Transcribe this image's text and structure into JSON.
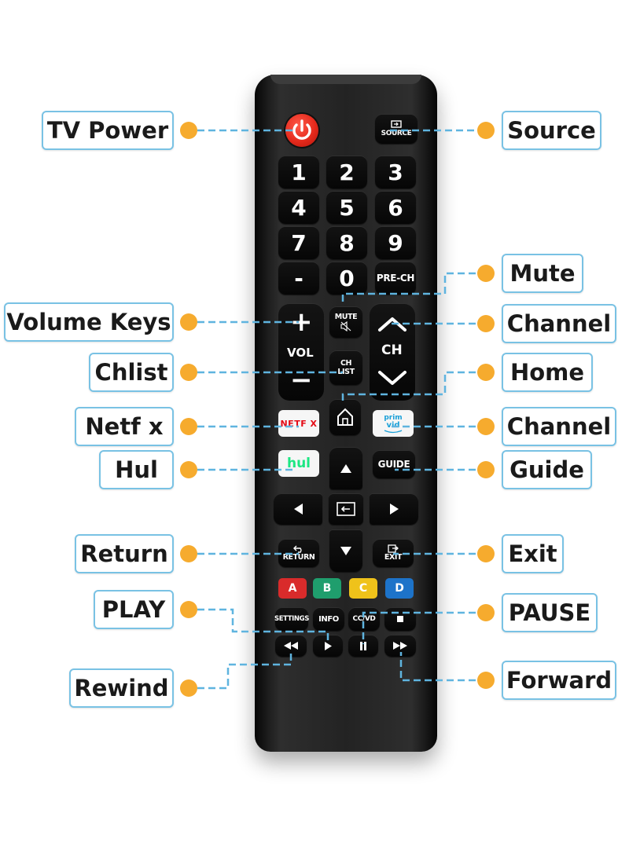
{
  "callouts": {
    "tv_power": "TV Power",
    "source": "Source",
    "mute": "Mute",
    "volume_keys": "Volume Keys",
    "channel": "Channel",
    "chlist": "Chlist",
    "home": "Home",
    "netflix": "Netf  x",
    "channel_prime": "Channel",
    "hulu": "Hul",
    "guide": "Guide",
    "return": "Return",
    "exit": "Exit",
    "play": "PLAY",
    "pause": "PAUSE",
    "rewind": "Rewind",
    "forward": "Forward"
  },
  "remote": {
    "source_label": "SOURCE",
    "numbers": [
      "1",
      "2",
      "3",
      "4",
      "5",
      "6",
      "7",
      "8",
      "9",
      "-",
      "0"
    ],
    "prech_label": "PRE-CH",
    "mute_label": "MUTE",
    "vol_label": "VOL",
    "vol_plus": "+",
    "vol_minus": "−",
    "ch_label": "CH",
    "chlist_label_1": "CH",
    "chlist_label_2": "LIST",
    "netflix_label": "NETF  X",
    "prime_label_1": "prim",
    "prime_label_2": "vid",
    "hulu_label": "hul",
    "guide_label": "GUIDE",
    "return_label": "RETURN",
    "exit_label": "EXIT",
    "colors": [
      {
        "label": "A",
        "color": "#d92b2b"
      },
      {
        "label": "B",
        "color": "#1f9e6d"
      },
      {
        "label": "C",
        "color": "#efc21a"
      },
      {
        "label": "D",
        "color": "#1d73c9"
      }
    ],
    "settings_label": "SETTINGS",
    "info_label": "INFO",
    "ccvd_label": "CC/VD"
  },
  "colors": {
    "callout_border": "#79c2e4",
    "dot": "#f6ab2e",
    "leader": "#5fb4df",
    "power": "#e52a1c",
    "netflix_red": "#e50914",
    "hulu_green": "#1ce783",
    "prime_blue": "#1aa0d8"
  },
  "icons": [
    "power-icon",
    "source-icon",
    "mute-icon",
    "home-icon",
    "chevron-up-icon",
    "chevron-down-icon",
    "arrow-up-icon",
    "arrow-down-icon",
    "arrow-left-icon",
    "arrow-right-icon",
    "enter-icon",
    "return-icon",
    "exit-icon",
    "rewind-icon",
    "play-icon",
    "pause-icon",
    "stop-icon",
    "fast-forward-icon"
  ]
}
